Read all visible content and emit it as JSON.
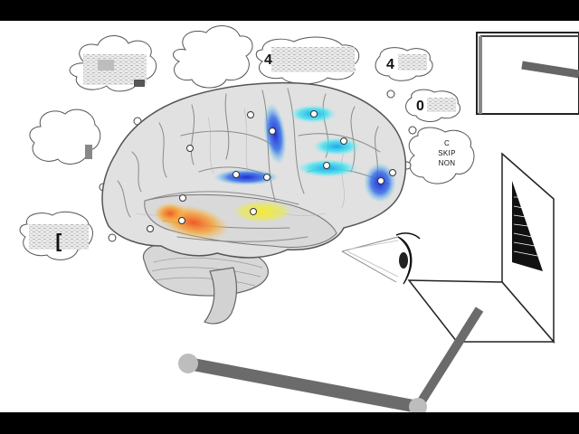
{
  "colors": {
    "background": "#ffffff",
    "frame": "#000000",
    "arm": "#6b6b6b",
    "activation_blue": "#2b3fd8",
    "activation_cyan": "#2fd0e8",
    "activation_yellow": "#f2e63a",
    "activation_orange": "#f08a2a"
  },
  "thought_bubbles": {
    "number_4_center": "4",
    "number_4_right": "4",
    "number_0": "0",
    "choice_line1": "C",
    "choice_line2": "SKIP",
    "choice_line3": "NON",
    "bracket_glyph": "["
  },
  "icons": {
    "brain": "brain-illustration",
    "eye": "eye-icon",
    "arm": "robot-arm",
    "screen": "display-screen",
    "monitor": "monitor-panel"
  }
}
